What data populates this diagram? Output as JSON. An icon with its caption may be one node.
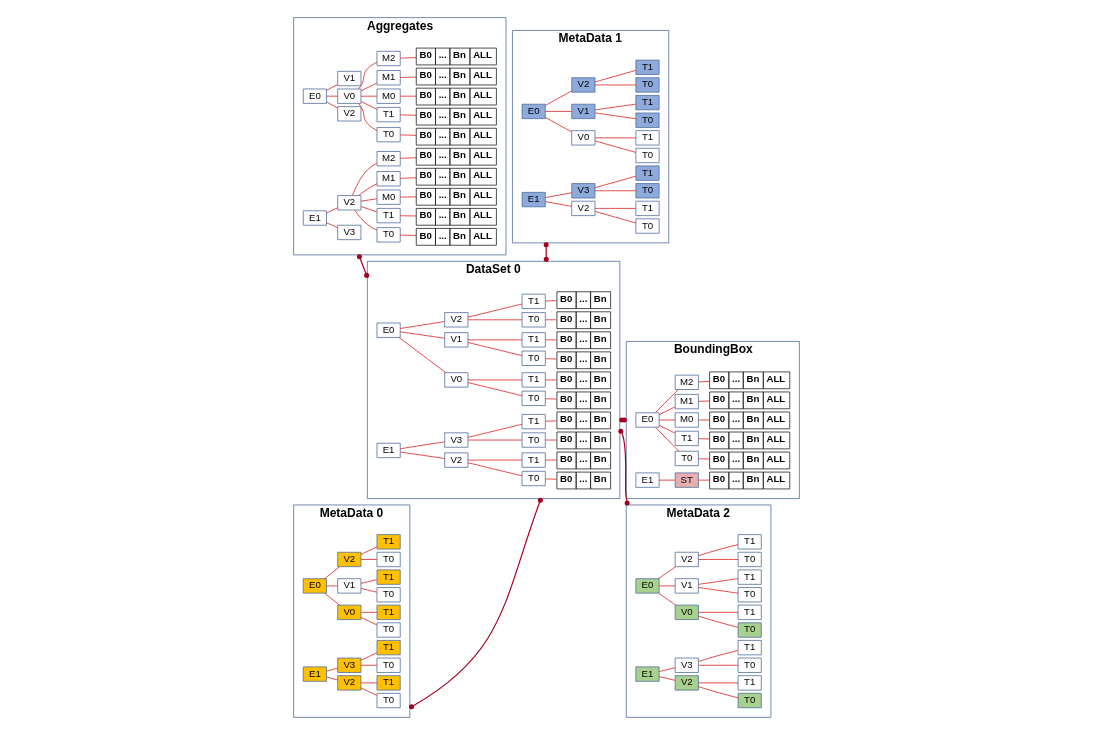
{
  "diagram": {
    "nodes": [
      {
        "text": [
          "Aggregates"
        ]
      },
      {
        "text": [
          "E0"
        ],
        "in": 0
      },
      {
        "text": [
          "V0"
        ],
        "in": 0
      },
      {
        "text": [
          "T0"
        ],
        "in": 0
      },
      {
        "text": [
          "B0",
          "...",
          "Bn",
          "ALL"
        ],
        "in": 0
      },
      {
        "text": [
          "T1"
        ],
        "in": 0
      },
      {
        "text": [
          "B0",
          "...",
          "Bn",
          "ALL"
        ],
        "in": 0
      },
      {
        "text": [
          "M0"
        ],
        "in": 0
      },
      {
        "text": [
          "B0",
          "...",
          "Bn",
          "ALL"
        ],
        "in": 0
      },
      {
        "text": [
          "M1"
        ],
        "in": 0
      },
      {
        "text": [
          "B0",
          "...",
          "Bn",
          "ALL"
        ],
        "in": 0
      },
      {
        "text": [
          "M2"
        ],
        "in": 0
      },
      {
        "text": [
          "B0",
          "...",
          "Bn",
          "ALL"
        ],
        "in": 0
      },
      {
        "text": [
          "V1"
        ],
        "in": 0
      },
      {
        "text": [
          "V2"
        ],
        "in": 0
      },
      {
        "text": [
          "E1"
        ],
        "in": 0
      },
      {
        "text": [
          "V2"
        ],
        "in": 0
      },
      {
        "text": [
          "T0"
        ],
        "in": 0
      },
      {
        "text": [
          "B0",
          "...",
          "Bn",
          "ALL"
        ],
        "in": 0
      },
      {
        "text": [
          "T1"
        ],
        "in": 0
      },
      {
        "text": [
          "B0",
          "...",
          "Bn",
          "ALL"
        ],
        "in": 0
      },
      {
        "text": [
          "M0"
        ],
        "in": 0
      },
      {
        "text": [
          "B0",
          "...",
          "Bn",
          "ALL"
        ],
        "in": 0
      },
      {
        "text": [
          "M1"
        ],
        "in": 0
      },
      {
        "text": [
          "B0",
          "...",
          "Bn",
          "ALL"
        ],
        "in": 0
      },
      {
        "text": [
          "M2"
        ],
        "in": 0
      },
      {
        "text": [
          "B0",
          "...",
          "Bn",
          "ALL"
        ],
        "in": 0
      },
      {
        "text": [
          "V3"
        ],
        "in": 0
      },
      {
        "text": [
          "DataSet 0"
        ]
      },
      {
        "text": [
          "E0"
        ],
        "in": 28
      },
      {
        "text": [
          "V0"
        ],
        "in": 28
      },
      {
        "text": [
          "T0"
        ],
        "in": 28
      },
      {
        "text": [
          "B0",
          "...",
          "Bn"
        ],
        "in": 28
      },
      {
        "text": [
          "T1"
        ],
        "in": 28
      },
      {
        "text": [
          "B0",
          "...",
          "Bn"
        ],
        "in": 28
      },
      {
        "text": [
          "V1"
        ],
        "in": 28
      },
      {
        "text": [
          "T0"
        ],
        "in": 28
      },
      {
        "text": [
          "B0",
          "...",
          "Bn"
        ],
        "in": 28
      },
      {
        "text": [
          "T1"
        ],
        "in": 28
      },
      {
        "text": [
          "B0",
          "...",
          "Bn"
        ],
        "in": 28
      },
      {
        "text": [
          "V2"
        ],
        "in": 28
      },
      {
        "text": [
          "T0"
        ],
        "in": 28
      },
      {
        "text": [
          "B0",
          "...",
          "Bn"
        ],
        "in": 28
      },
      {
        "text": [
          "T1"
        ],
        "in": 28
      },
      {
        "text": [
          "B0",
          "...",
          "Bn"
        ],
        "in": 28
      },
      {
        "text": [
          "E1"
        ],
        "in": 28
      },
      {
        "text": [
          "V2"
        ],
        "in": 28
      },
      {
        "text": [
          "T0"
        ],
        "in": 28
      },
      {
        "text": [
          "B0",
          "...",
          "Bn"
        ],
        "in": 28
      },
      {
        "text": [
          "T1"
        ],
        "in": 28
      },
      {
        "text": [
          "B0",
          "...",
          "Bn"
        ],
        "in": 28
      },
      {
        "text": [
          "V3"
        ],
        "in": 28
      },
      {
        "text": [
          "T0"
        ],
        "in": 28
      },
      {
        "text": [
          "B0",
          "...",
          "Bn"
        ],
        "in": 28
      },
      {
        "text": [
          "T1"
        ],
        "in": 28
      },
      {
        "text": [
          "B0",
          "...",
          "Bn"
        ],
        "in": 28
      },
      {
        "text": [
          "BoundingBox"
        ]
      },
      {
        "text": [
          "E0"
        ],
        "in": 56
      },
      {
        "text": [
          "T0"
        ],
        "in": 56
      },
      {
        "text": [
          "B0",
          "...",
          "Bn",
          "ALL"
        ],
        "in": 56
      },
      {
        "text": [
          "T1"
        ],
        "in": 56
      },
      {
        "text": [
          "B0",
          "...",
          "Bn",
          "ALL"
        ],
        "in": 56
      },
      {
        "text": [
          "M0"
        ],
        "in": 56
      },
      {
        "text": [
          "B0",
          "...",
          "Bn",
          "ALL"
        ],
        "in": 56
      },
      {
        "text": [
          "M1"
        ],
        "in": 56
      },
      {
        "text": [
          "B0",
          "...",
          "Bn",
          "ALL"
        ],
        "in": 56
      },
      {
        "text": [
          "M2"
        ],
        "in": 56
      },
      {
        "text": [
          "B0",
          "...",
          "Bn",
          "ALL"
        ],
        "in": 56
      },
      {
        "text": [
          "E1"
        ],
        "in": 56
      },
      {
        "text": [
          "ST"
        ],
        "in": 56
      },
      {
        "text": [
          "B0",
          "...",
          "Bn",
          "ALL"
        ],
        "in": 56
      },
      {
        "text": [
          "MetaData 0"
        ]
      },
      {
        "text": [
          "E0"
        ],
        "in": 71
      },
      {
        "text": [
          "V0"
        ],
        "in": 71
      },
      {
        "text": [
          "T0"
        ],
        "in": 71
      },
      {
        "text": [
          "T1"
        ],
        "in": 71
      },
      {
        "text": [
          "V1"
        ],
        "in": 71
      },
      {
        "text": [
          "T0"
        ],
        "in": 71
      },
      {
        "text": [
          "T1"
        ],
        "in": 71
      },
      {
        "text": [
          "V2"
        ],
        "in": 71
      },
      {
        "text": [
          "T0"
        ],
        "in": 71
      },
      {
        "text": [
          "T1"
        ],
        "in": 71
      },
      {
        "text": [
          "E1"
        ],
        "in": 71
      },
      {
        "text": [
          "V2"
        ],
        "in": 71
      },
      {
        "text": [
          "T0"
        ],
        "in": 71
      },
      {
        "text": [
          "T1"
        ],
        "in": 71
      },
      {
        "text": [
          "V3"
        ],
        "in": 71
      },
      {
        "text": [
          "T0"
        ],
        "in": 71
      },
      {
        "text": [
          "T1"
        ],
        "in": 71
      },
      {
        "text": [
          "MetaData 1"
        ]
      },
      {
        "text": [
          "E0"
        ],
        "in": 89
      },
      {
        "text": [
          "V0"
        ],
        "in": 89
      },
      {
        "text": [
          "T0"
        ],
        "in": 89
      },
      {
        "text": [
          "T1"
        ],
        "in": 89
      },
      {
        "text": [
          "V1"
        ],
        "in": 89
      },
      {
        "text": [
          "T0"
        ],
        "in": 89
      },
      {
        "text": [
          "T1"
        ],
        "in": 89
      },
      {
        "text": [
          "V2"
        ],
        "in": 89
      },
      {
        "text": [
          "T0"
        ],
        "in": 89
      },
      {
        "text": [
          "T1"
        ],
        "in": 89
      },
      {
        "text": [
          "E1"
        ],
        "in": 89
      },
      {
        "text": [
          "V2"
        ],
        "in": 89
      },
      {
        "text": [
          "T0"
        ],
        "in": 89
      },
      {
        "text": [
          "T1"
        ],
        "in": 89
      },
      {
        "text": [
          "V3"
        ],
        "in": 89
      },
      {
        "text": [
          "T0"
        ],
        "in": 89
      },
      {
        "text": [
          "T1"
        ],
        "in": 89
      },
      {
        "text": [
          "MetaData 2"
        ]
      },
      {
        "text": [
          "E0"
        ],
        "in": 107
      },
      {
        "text": [
          "V0"
        ],
        "in": 107
      },
      {
        "text": [
          "T0"
        ],
        "in": 107
      },
      {
        "text": [
          "T1"
        ],
        "in": 107
      },
      {
        "text": [
          "V1"
        ],
        "in": 107
      },
      {
        "text": [
          "T0"
        ],
        "in": 107
      },
      {
        "text": [
          "T1"
        ],
        "in": 107
      },
      {
        "text": [
          "V2"
        ],
        "in": 107
      },
      {
        "text": [
          "T0"
        ],
        "in": 107
      },
      {
        "text": [
          "T1"
        ],
        "in": 107
      },
      {
        "text": [
          "E1"
        ],
        "in": 107
      },
      {
        "text": [
          "V2"
        ],
        "in": 107
      },
      {
        "text": [
          "T0"
        ],
        "in": 107
      },
      {
        "text": [
          "T1"
        ],
        "in": 107
      },
      {
        "text": [
          "V3"
        ],
        "in": 107
      },
      {
        "text": [
          "T0"
        ],
        "in": 107
      },
      {
        "text": [
          "T1"
        ],
        "in": 107
      }
    ],
    "edges": [
      {
        "from": 0,
        "to": 28,
        "arrow": "other",
        "color": "#a50021"
      },
      {
        "from": 28,
        "to": 56,
        "arrow": "other",
        "color": "#a50021"
      },
      {
        "from": 28,
        "to": 71,
        "arrow": "other",
        "color": "#a50021"
      },
      {
        "from": 28,
        "to": 89,
        "arrow": "other",
        "color": "#a50021"
      },
      {
        "from": 28,
        "to": 107,
        "arrow": "other",
        "color": "#a50021"
      },
      {
        "from": 1,
        "to": 2,
        "arrow": "none"
      },
      {
        "from": 2,
        "to": 3,
        "arrow": "none"
      },
      {
        "from": 3,
        "to": 4,
        "arrow": "none"
      },
      {
        "from": 2,
        "to": 5,
        "arrow": "none"
      },
      {
        "from": 5,
        "to": 6,
        "arrow": "none"
      },
      {
        "from": 2,
        "to": 7,
        "arrow": "none"
      },
      {
        "from": 7,
        "to": 8,
        "arrow": "none"
      },
      {
        "from": 2,
        "to": 9,
        "arrow": "none"
      },
      {
        "from": 9,
        "to": 10,
        "arrow": "none"
      },
      {
        "from": 2,
        "to": 11,
        "arrow": "none"
      },
      {
        "from": 11,
        "to": 12,
        "arrow": "none"
      },
      {
        "from": 1,
        "to": 13,
        "arrow": "none"
      },
      {
        "from": 1,
        "to": 14,
        "arrow": "none"
      },
      {
        "from": 15,
        "to": 16,
        "arrow": "none"
      },
      {
        "from": 16,
        "to": 17,
        "arrow": "none"
      },
      {
        "from": 17,
        "to": 18,
        "arrow": "none"
      },
      {
        "from": 16,
        "to": 19,
        "arrow": "none"
      },
      {
        "from": 19,
        "to": 20,
        "arrow": "none"
      },
      {
        "from": 16,
        "to": 21,
        "arrow": "none"
      },
      {
        "from": 21,
        "to": 22,
        "arrow": "none"
      },
      {
        "from": 16,
        "to": 23,
        "arrow": "none"
      },
      {
        "from": 23,
        "to": 24,
        "arrow": "none"
      },
      {
        "from": 16,
        "to": 25,
        "arrow": "none"
      },
      {
        "from": 25,
        "to": 26,
        "arrow": "none"
      },
      {
        "from": 15,
        "to": 27,
        "arrow": "none"
      },
      {
        "from": 29,
        "to": 30,
        "arrow": "none"
      },
      {
        "from": 30,
        "to": 31,
        "arrow": "none"
      },
      {
        "from": 31,
        "to": 32,
        "arrow": "none"
      },
      {
        "from": 30,
        "to": 33,
        "arrow": "none"
      },
      {
        "from": 33,
        "to": 34,
        "arrow": "none"
      },
      {
        "from": 29,
        "to": 35,
        "arrow": "none"
      },
      {
        "from": 35,
        "to": 36,
        "arrow": "none"
      },
      {
        "from": 36,
        "to": 37,
        "arrow": "none"
      },
      {
        "from": 35,
        "to": 38,
        "arrow": "none"
      },
      {
        "from": 38,
        "to": 39,
        "arrow": "none"
      },
      {
        "from": 29,
        "to": 40,
        "arrow": "none"
      },
      {
        "from": 40,
        "to": 41,
        "arrow": "none"
      },
      {
        "from": 41,
        "to": 42,
        "arrow": "none"
      },
      {
        "from": 40,
        "to": 43,
        "arrow": "none"
      },
      {
        "from": 43,
        "to": 44,
        "arrow": "none"
      },
      {
        "from": 45,
        "to": 46,
        "arrow": "none"
      },
      {
        "from": 46,
        "to": 47,
        "arrow": "none"
      },
      {
        "from": 47,
        "to": 48,
        "arrow": "none"
      },
      {
        "from": 46,
        "to": 49,
        "arrow": "none"
      },
      {
        "from": 49,
        "to": 50,
        "arrow": "none"
      },
      {
        "from": 45,
        "to": 51,
        "arrow": "none"
      },
      {
        "from": 51,
        "to": 52,
        "arrow": "none"
      },
      {
        "from": 52,
        "to": 53,
        "arrow": "none"
      },
      {
        "from": 51,
        "to": 54,
        "arrow": "none"
      },
      {
        "from": 54,
        "to": 55,
        "arrow": "none"
      },
      {
        "from": 57,
        "to": 58,
        "arrow": "none"
      },
      {
        "from": 58,
        "to": 59,
        "arrow": "none"
      },
      {
        "from": 57,
        "to": 60,
        "arrow": "none"
      },
      {
        "from": 60,
        "to": 61,
        "arrow": "none"
      },
      {
        "from": 57,
        "to": 62,
        "arrow": "none"
      },
      {
        "from": 62,
        "to": 63,
        "arrow": "none"
      },
      {
        "from": 57,
        "to": 64,
        "arrow": "none"
      },
      {
        "from": 64,
        "to": 65,
        "arrow": "none"
      },
      {
        "from": 57,
        "to": 66,
        "arrow": "none"
      },
      {
        "from": 66,
        "to": 67,
        "arrow": "none"
      },
      {
        "from": 68,
        "to": 69,
        "arrow": "none"
      },
      {
        "from": 69,
        "to": 70,
        "arrow": "none"
      },
      {
        "from": 72,
        "to": 73,
        "arrow": "none"
      },
      {
        "from": 73,
        "to": 74,
        "arrow": "none"
      },
      {
        "from": 73,
        "to": 75,
        "arrow": "none"
      },
      {
        "from": 72,
        "to": 76,
        "arrow": "none"
      },
      {
        "from": 76,
        "to": 77,
        "arrow": "none"
      },
      {
        "from": 76,
        "to": 78,
        "arrow": "none"
      },
      {
        "from": 72,
        "to": 79,
        "arrow": "none"
      },
      {
        "from": 79,
        "to": 80,
        "arrow": "none"
      },
      {
        "from": 79,
        "to": 81,
        "arrow": "none"
      },
      {
        "from": 82,
        "to": 83,
        "arrow": "none"
      },
      {
        "from": 83,
        "to": 84,
        "arrow": "none"
      },
      {
        "from": 83,
        "to": 85,
        "arrow": "none"
      },
      {
        "from": 82,
        "to": 86,
        "arrow": "none"
      },
      {
        "from": 86,
        "to": 87,
        "arrow": "none"
      },
      {
        "from": 86,
        "to": 88,
        "arrow": "none"
      },
      {
        "from": 90,
        "to": 91,
        "arrow": "none"
      },
      {
        "from": 91,
        "to": 92,
        "arrow": "none"
      },
      {
        "from": 91,
        "to": 93,
        "arrow": "none"
      },
      {
        "from": 90,
        "to": 94,
        "arrow": "none"
      },
      {
        "from": 94,
        "to": 95,
        "arrow": "none"
      },
      {
        "from": 94,
        "to": 96,
        "arrow": "none"
      },
      {
        "from": 90,
        "to": 97,
        "arrow": "none"
      },
      {
        "from": 97,
        "to": 98,
        "arrow": "none"
      },
      {
        "from": 97,
        "to": 99,
        "arrow": "none"
      },
      {
        "from": 100,
        "to": 101,
        "arrow": "none"
      },
      {
        "from": 101,
        "to": 102,
        "arrow": "none"
      },
      {
        "from": 101,
        "to": 103,
        "arrow": "none"
      },
      {
        "from": 100,
        "to": 104,
        "arrow": "none"
      },
      {
        "from": 104,
        "to": 105,
        "arrow": "none"
      },
      {
        "from": 104,
        "to": 106,
        "arrow": "none"
      },
      {
        "from": 108,
        "to": 109,
        "arrow": "none"
      },
      {
        "from": 109,
        "to": 110,
        "arrow": "none"
      },
      {
        "from": 109,
        "to": 111,
        "arrow": "none"
      },
      {
        "from": 108,
        "to": 112,
        "arrow": "none"
      },
      {
        "from": 112,
        "to": 113,
        "arrow": "none"
      },
      {
        "from": 112,
        "to": 114,
        "arrow": "none"
      },
      {
        "from": 108,
        "to": 115,
        "arrow": "none"
      },
      {
        "from": 115,
        "to": 116,
        "arrow": "none"
      },
      {
        "from": 115,
        "to": 117,
        "arrow": "none"
      },
      {
        "from": 118,
        "to": 119,
        "arrow": "none"
      },
      {
        "from": 119,
        "to": 120,
        "arrow": "none"
      },
      {
        "from": 119,
        "to": 121,
        "arrow": "none"
      },
      {
        "from": 118,
        "to": 122,
        "arrow": "none"
      },
      {
        "from": 122,
        "to": 123,
        "arrow": "none"
      },
      {
        "from": 122,
        "to": 124,
        "arrow": "none"
      }
    ]
  }
}
